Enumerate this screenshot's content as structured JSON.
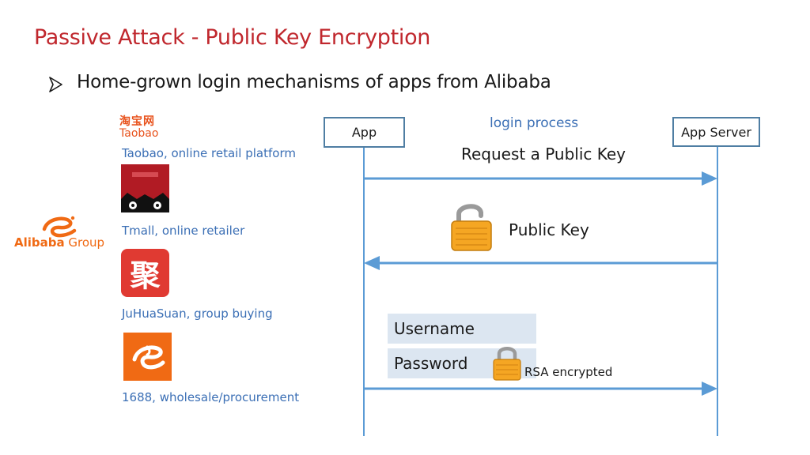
{
  "slide": {
    "title": "Passive Attack - Public Key Encryption",
    "bullet": "Home-grown login mechanisms of apps from Alibaba"
  },
  "apps": {
    "taobao": {
      "logo_cn": "淘宝网",
      "logo_en": "Taobao",
      "caption": "Taobao, online retail platform"
    },
    "tmall": {
      "caption": "Tmall, online retailer"
    },
    "juhuasuan": {
      "icon_glyph": "聚",
      "caption": "JuHuaSuan, group buying"
    },
    "x1688": {
      "caption": "1688, wholesale/procurement"
    }
  },
  "alibaba_logo": {
    "brand": "Alibaba",
    "suffix": "Group"
  },
  "diagram": {
    "process_label": "login process",
    "app_box": "App",
    "server_box": "App Server",
    "step1_label": "Request a Public Key",
    "step2_label": "Public Key",
    "username_field": "Username",
    "password_field": "Password",
    "encryption_label": "RSA encrypted"
  },
  "colors": {
    "title": "#c0272d",
    "caption": "#3b6fb5",
    "lifeline": "#5b9bd5",
    "box_border": "#4f7ea3",
    "field_bg": "#dce6f1",
    "lock_body": "#f5a623",
    "alibaba_orange": "#f06a14"
  },
  "icons": [
    "bullet-arrow-icon",
    "unlocked-padlock-icon",
    "locked-padlock-icon",
    "tmall-cat-icon",
    "alibaba-e-icon"
  ]
}
